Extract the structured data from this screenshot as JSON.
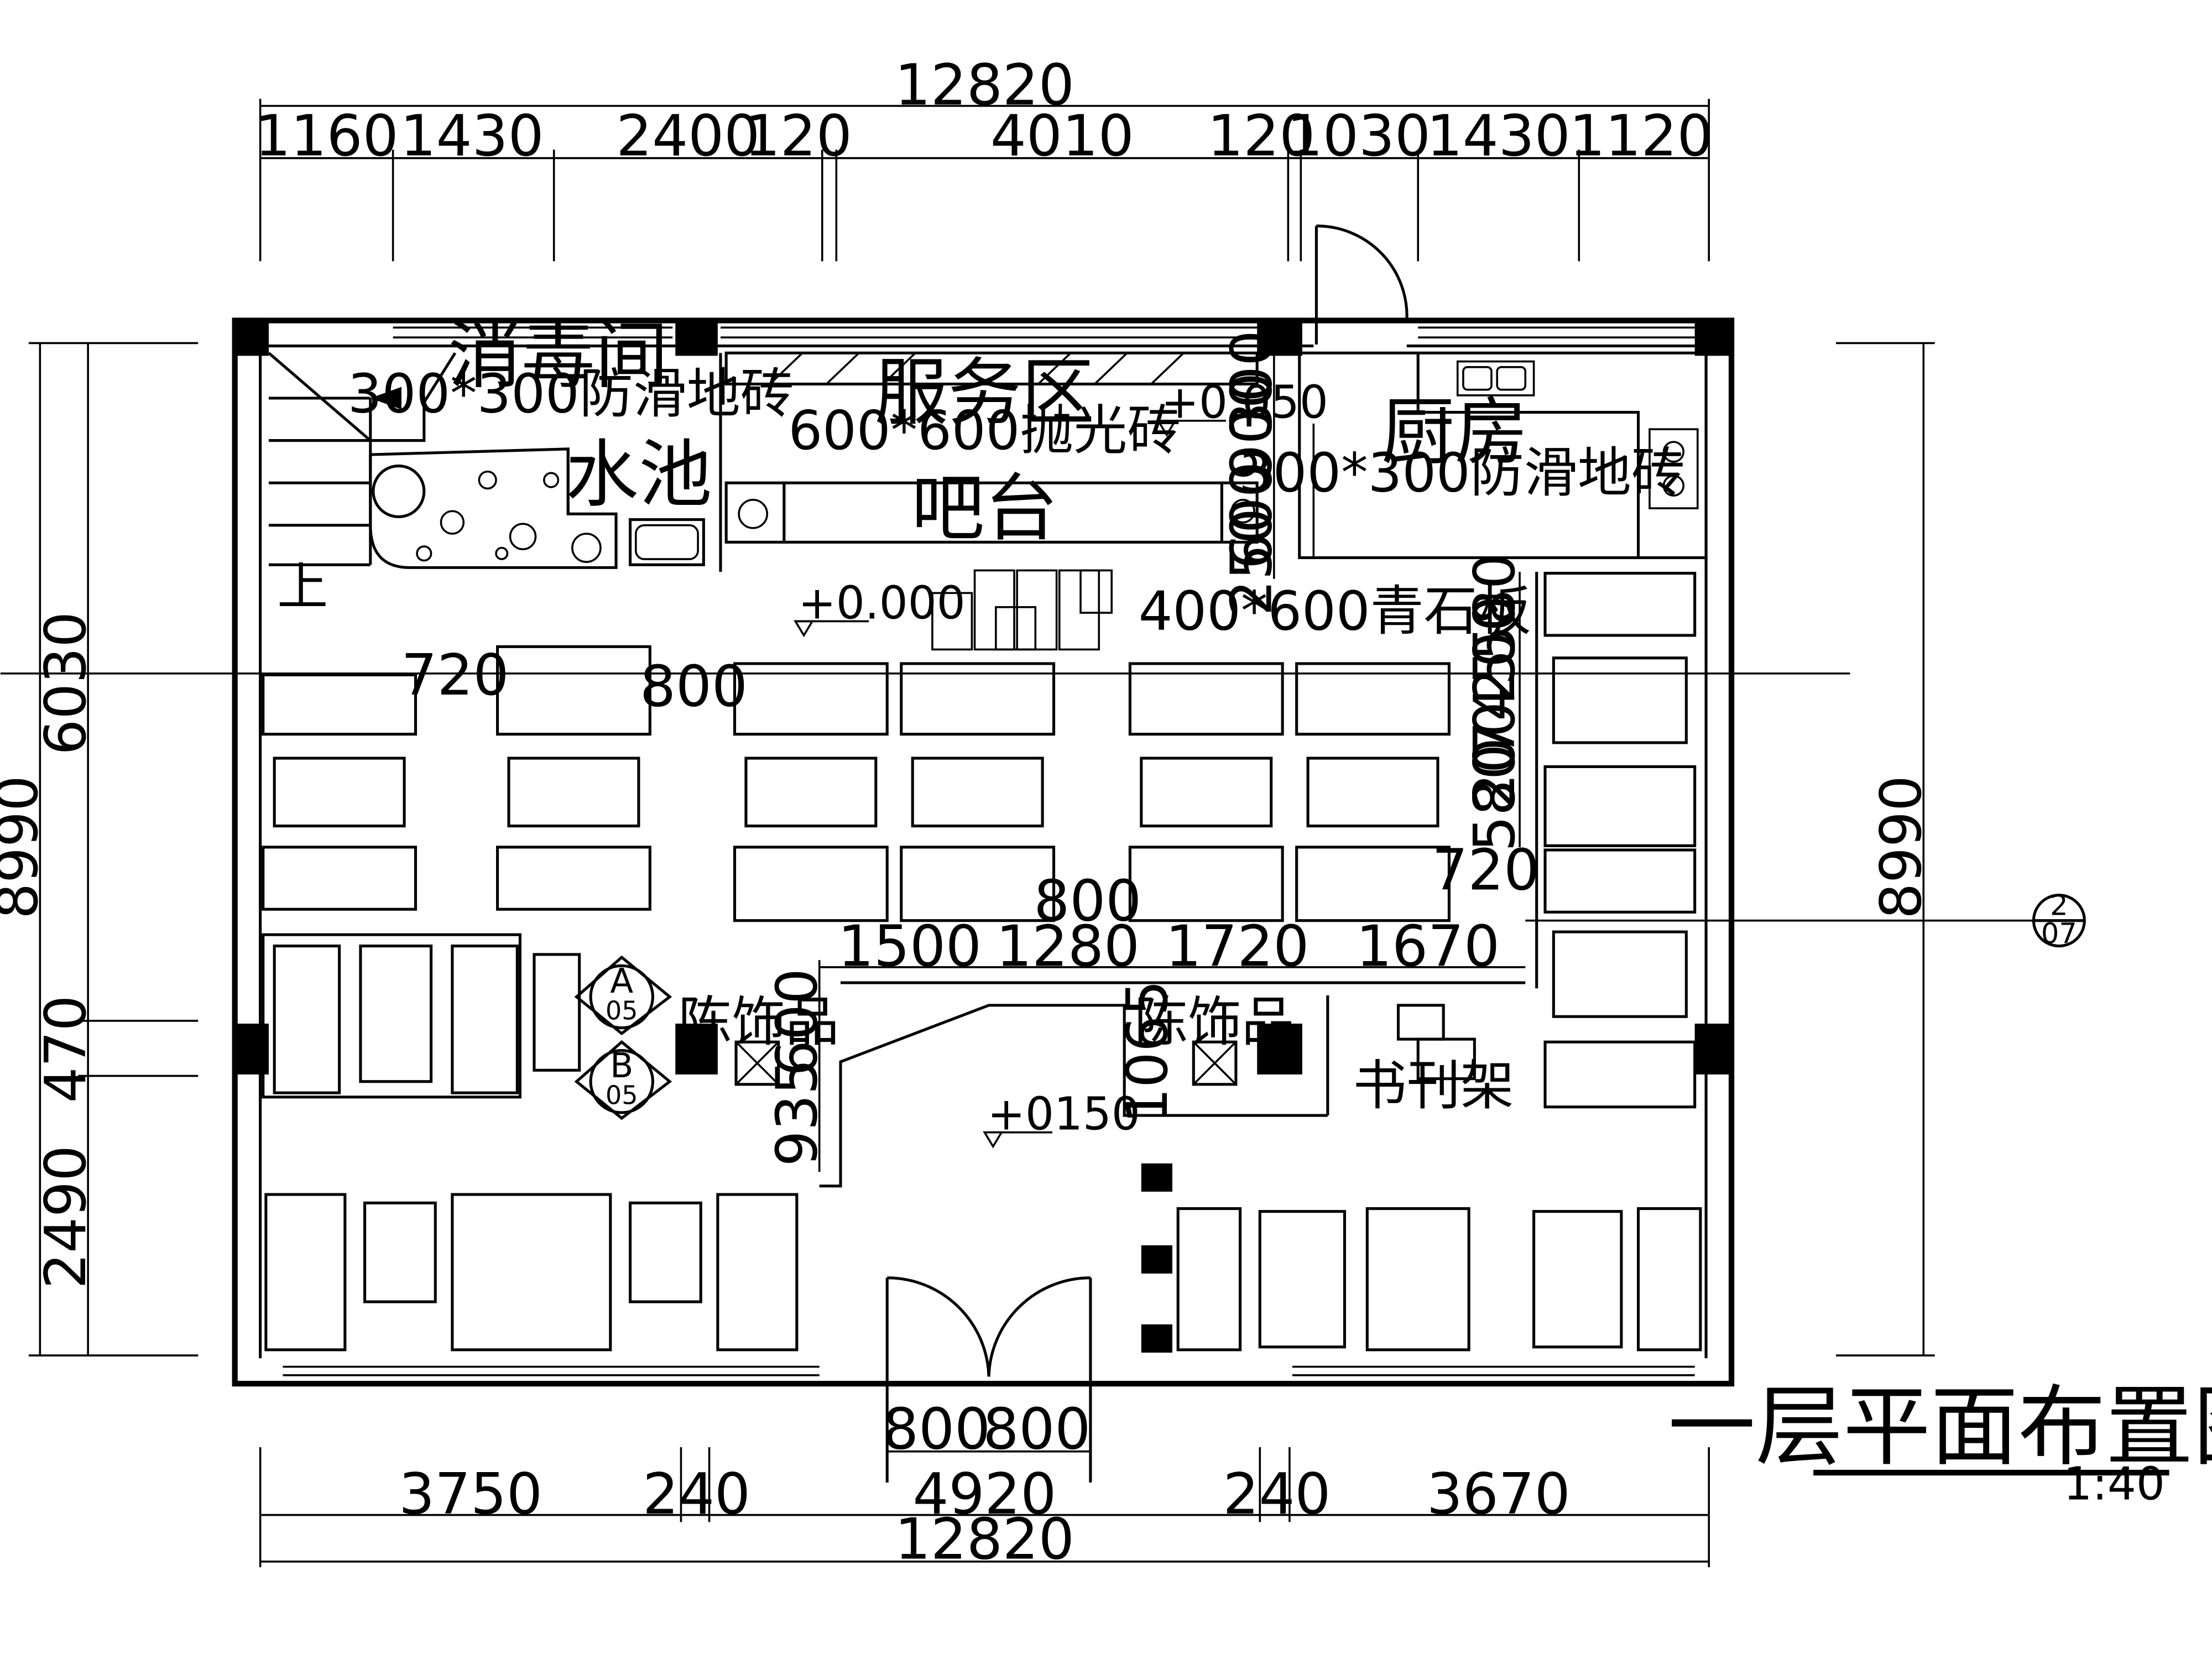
{
  "title": "一层平面布置图",
  "scale": "1:40",
  "rooms": {
    "disinfection": {
      "name": "消毒间",
      "finish": "300*300防滑地砖"
    },
    "service": {
      "name": "服务区",
      "finish": "600*600抛光砖"
    },
    "kitchen": {
      "name": "厨房",
      "finish": "300*300防滑地砖"
    },
    "pool": {
      "name": "水池"
    },
    "bar": {
      "name": "吧台"
    },
    "stair_up": "上",
    "stone": "400*600青石板",
    "decor_a": "陈饰品",
    "decor_b": "陈饰品",
    "bookshelf": "书刊架",
    "private_a": {
      "letter": "A",
      "num": "05"
    },
    "private_b": {
      "letter": "B",
      "num": "05"
    }
  },
  "levels": {
    "service": "+0.050",
    "main": "+0.000",
    "entry": "+0150"
  },
  "dims": {
    "top_total": "12820",
    "top_segments": [
      "1160",
      "1430",
      "2400",
      "120",
      "4010",
      "120",
      "1030",
      "1430",
      "1120"
    ],
    "bottom_segments": [
      "3750",
      "240",
      "4920",
      "240",
      "3670"
    ],
    "bottom_total": "12820",
    "left_total": "8990",
    "left_segments": [
      "6030",
      "470",
      "2490"
    ],
    "right_total": "8990",
    "service_vert": [
      "300",
      "900",
      "600",
      "250"
    ],
    "right_booths_vert": [
      "580",
      "200",
      "745",
      "200",
      "580"
    ],
    "gaps": [
      "720",
      "800",
      "800",
      "720"
    ],
    "lower_segments": [
      "1500",
      "1280",
      "1720",
      "1670"
    ],
    "entry_vert": [
      "600",
      "935"
    ],
    "decor_vert": "1065",
    "door": [
      "800",
      "800"
    ]
  },
  "section_marker": {
    "top": "2",
    "bottom": "07"
  }
}
